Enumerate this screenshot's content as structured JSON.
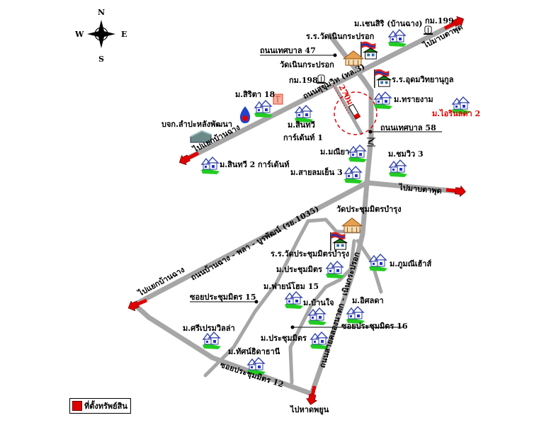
{
  "compass": {
    "n": "N",
    "s": "S",
    "e": "E",
    "w": "W"
  },
  "roads": {
    "sukhumvit": "ถนนสุขุมวิท (ทล.3)",
    "to_map_ta_phut_1": "ไปมาบตาพุด",
    "to_ban_chang_junction_1": "ไปแยกบ้านฉาง",
    "to_map_ta_phut_2": "ไปมาบตาพุด",
    "ban_chang_road": "ถนนบ้านฉาง - พลา - บูรพัฒน์ (รย.1035)",
    "to_ban_chang_junction_2": "ไปแยกบ้านฉาง",
    "khlong_natok_road": "ถนนสายคลองนาตก - เนินกระปรอก",
    "to_hat_phayun": "ไปหาดพยูน",
    "thesaban_47": "ถนนเทศบาล 47",
    "thesaban_58": "ถนนเทศบาล 58",
    "soi_15": "ซอยประชุมมิตร 15",
    "soi_16": "ซอยประชุมมิตร 16",
    "soi_12": "ซอยประชุมมิตร 12",
    "distance": "270ม."
  },
  "places": {
    "chen_siri": "ม.เชนสิริ (บ้านฉาง)",
    "km199": "กม.199",
    "school_noen": "ร.ร.วัดเนินกระปรอก",
    "wat_noen": "วัดเนินกระปรอก",
    "km198": "กม.198",
    "school_udom": "ร.ร.อุดมวิทยานุกูล",
    "sirita": "ม.สิริตา 18",
    "sai_ngam": "ม.ทรายงาม",
    "irin_lada": "ม.ไอรินลดา 2",
    "lampahlang": "บจก.ลำปะหลังพัฒนา",
    "sinthawee_1a": "ม.สินทวี",
    "sinthawee_1b": "การ์เด้นท์ 1",
    "maneeya": "ม.มณียา",
    "chomwiw": "ม.ชมวิว 3",
    "sinthawee_2": "ม.สินทวี 2 การ์เด้นท์",
    "sailom": "ม.สายลมเย็น 3",
    "wat_prachum": "วัดประชุมมิตรบำรุง",
    "school_prachum": "ร.ร.วัดประชุมมิตรบำรุง",
    "phummanee": "ม.ภูมณีเฮ้าส์",
    "prachum_mit_1": "ม.ประชุมมิตร",
    "fine_home": "ม.ฟายน์โฮม 15",
    "ban_jai": "ม.บ้านใจ",
    "issalada": "ม.อิศลดา",
    "sriprem": "ม.ศรีเปรมวิลล่า",
    "prachum_mit_2": "ม.ประชุมมิตร",
    "thatthida": "ม.ทัศน์ธิดาธานี"
  },
  "legend": {
    "label": "ที่ตั้งทรัพย์สิน",
    "color": "#e00000"
  }
}
